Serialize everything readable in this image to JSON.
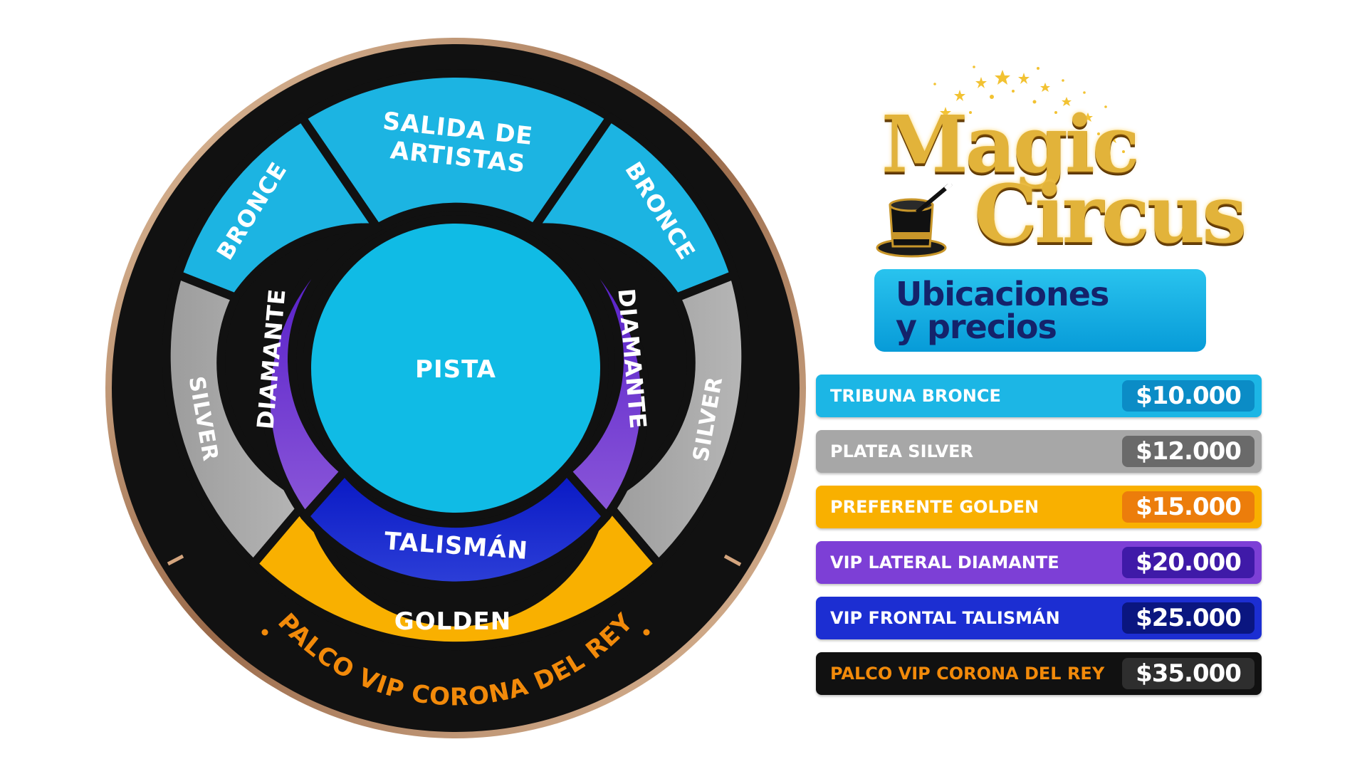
{
  "seat_map": {
    "zones": {
      "salida": [
        "SALIDA DE",
        "ARTISTAS"
      ],
      "bronce_left": "BRONCE",
      "bronce_right": "BRONCE",
      "silver_left": "SILVER",
      "silver_right": "SILVER",
      "diamante_left": "DIAMANTE",
      "diamante_right": "DIAMANTE",
      "pista": "PISTA",
      "talisman": "TALISMÁN",
      "golden": "GOLDEN",
      "palco": "PALCO VIP CORONA DEL REY"
    }
  },
  "logo": {
    "line1": "Magic",
    "line2": "Circus"
  },
  "heading": {
    "line1": "Ubicaciones",
    "line2": "y precios"
  },
  "price_list": [
    {
      "name": "TRIBUNA BRONCE",
      "price": "$10.000",
      "row_color": "#1cb6e5",
      "price_color": "#0b8cc6"
    },
    {
      "name": "PLATEA SILVER",
      "price": "$12.000",
      "row_color": "#a7a7a7",
      "price_color": "#6a6a6a"
    },
    {
      "name": "PREFERENTE GOLDEN",
      "price": "$15.000",
      "row_color": "#f9b000",
      "price_color": "#ec7d0b"
    },
    {
      "name": "VIP LATERAL DIAMANTE",
      "price": "$20.000",
      "row_color": "#7d3fd6",
      "price_color": "#3f1aa8"
    },
    {
      "name": "VIP FRONTAL TALISMÁN",
      "price": "$25.000",
      "row_color": "#1c2ed2",
      "price_color": "#0a1680"
    },
    {
      "name": "PALCO VIP CORONA DEL REY",
      "price": "$35.000",
      "row_color": "#111111",
      "price_color": "#2e2e2e",
      "name_color": "#f28a0a"
    }
  ],
  "colors": {
    "bronce": "#1cb4e2",
    "silver": "#a8a8a8",
    "diamante": "#7d3fd6",
    "pista": "#10bbe5",
    "talisman": "#1c2ed2",
    "golden": "#f9b000",
    "palco_text": "#f28a0a",
    "outer_ring": "#111111",
    "rim": "#b98b6a"
  }
}
